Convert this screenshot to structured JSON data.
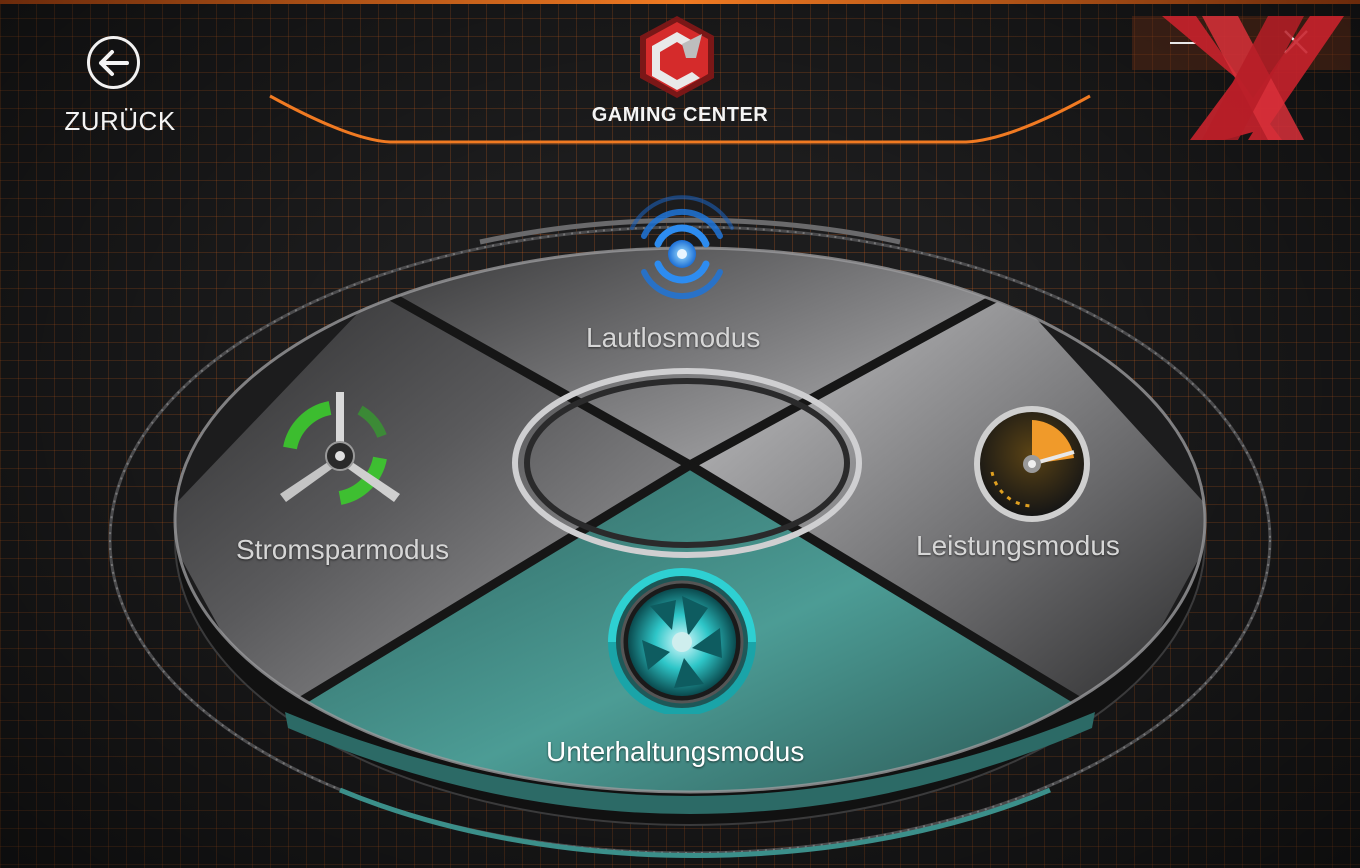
{
  "header": {
    "back_label": "ZURÜCK",
    "brand": "GAMING CENTER"
  },
  "window_controls": {
    "minimize_icon": "minimize-icon",
    "close_icon": "close-icon"
  },
  "modes": {
    "silent": {
      "label": "Lautlosmodus",
      "icon": "sound-waves-icon"
    },
    "power_saving": {
      "label": "Stromsparmodus",
      "icon": "fan-icon"
    },
    "performance": {
      "label": "Leistungsmodus",
      "icon": "speedometer-icon"
    },
    "entertainment": {
      "label": "Unterhaltungsmodus",
      "icon": "aperture-icon",
      "active": true
    }
  },
  "colors": {
    "accent_orange": "#f07a22",
    "active_teal": "#3f948d",
    "logo_red": "#d52b2b",
    "watermark_red": "#c8222c"
  }
}
